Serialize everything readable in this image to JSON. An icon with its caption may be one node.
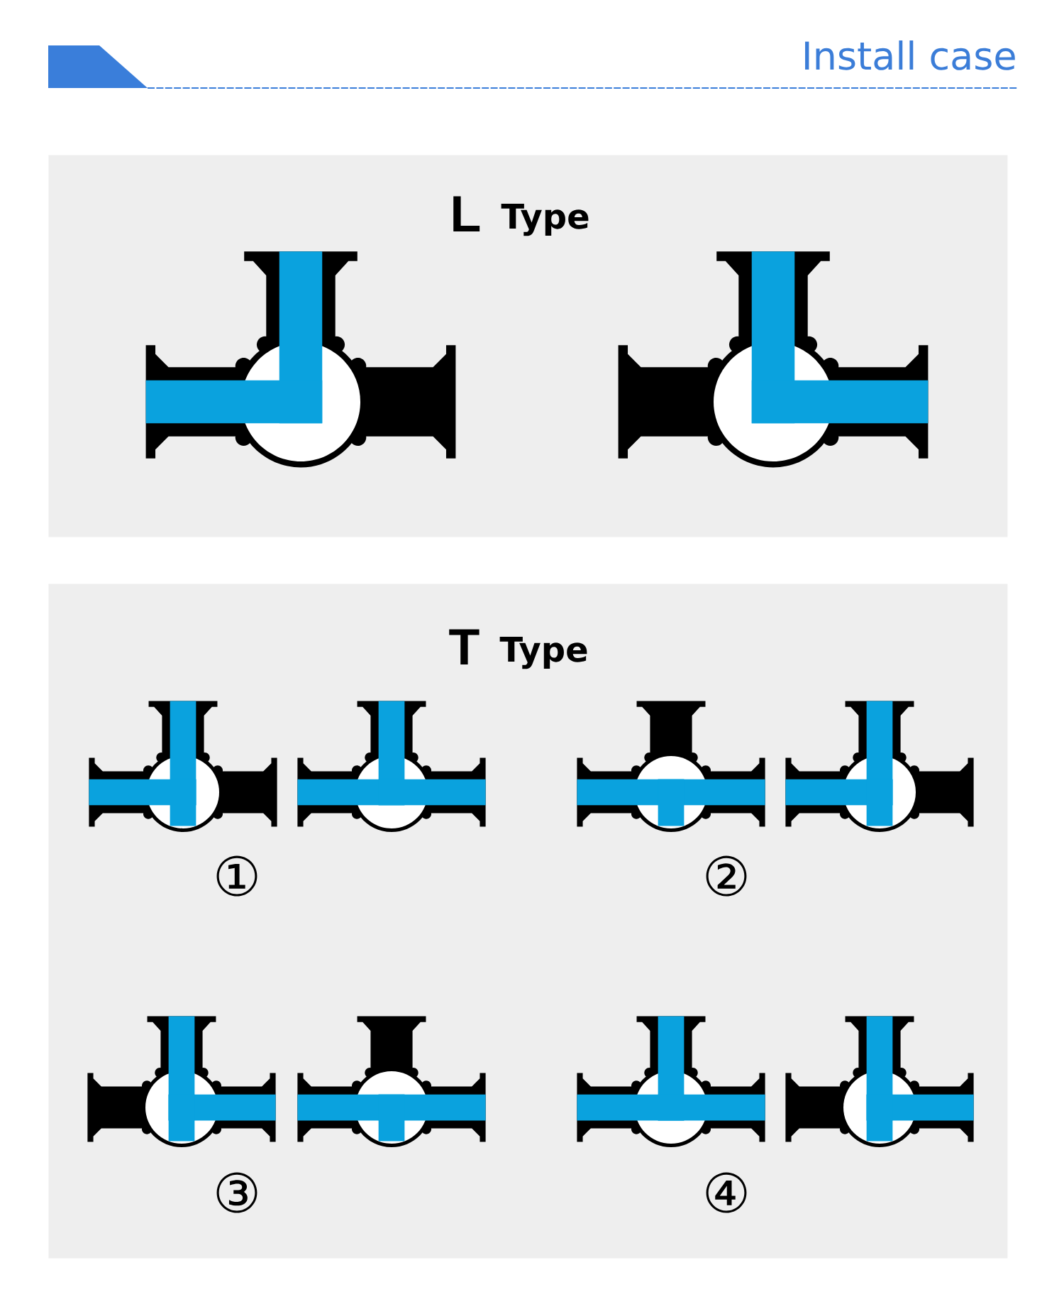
{
  "diagram": {
    "title": "Install case",
    "nodes": [
      {
        "text": [
          "L",
          "Type"
        ]
      },
      {
        "text": [
          "T",
          "Type"
        ]
      }
    ],
    "labels": [
      "①",
      "②",
      "③",
      "④"
    ]
  }
}
